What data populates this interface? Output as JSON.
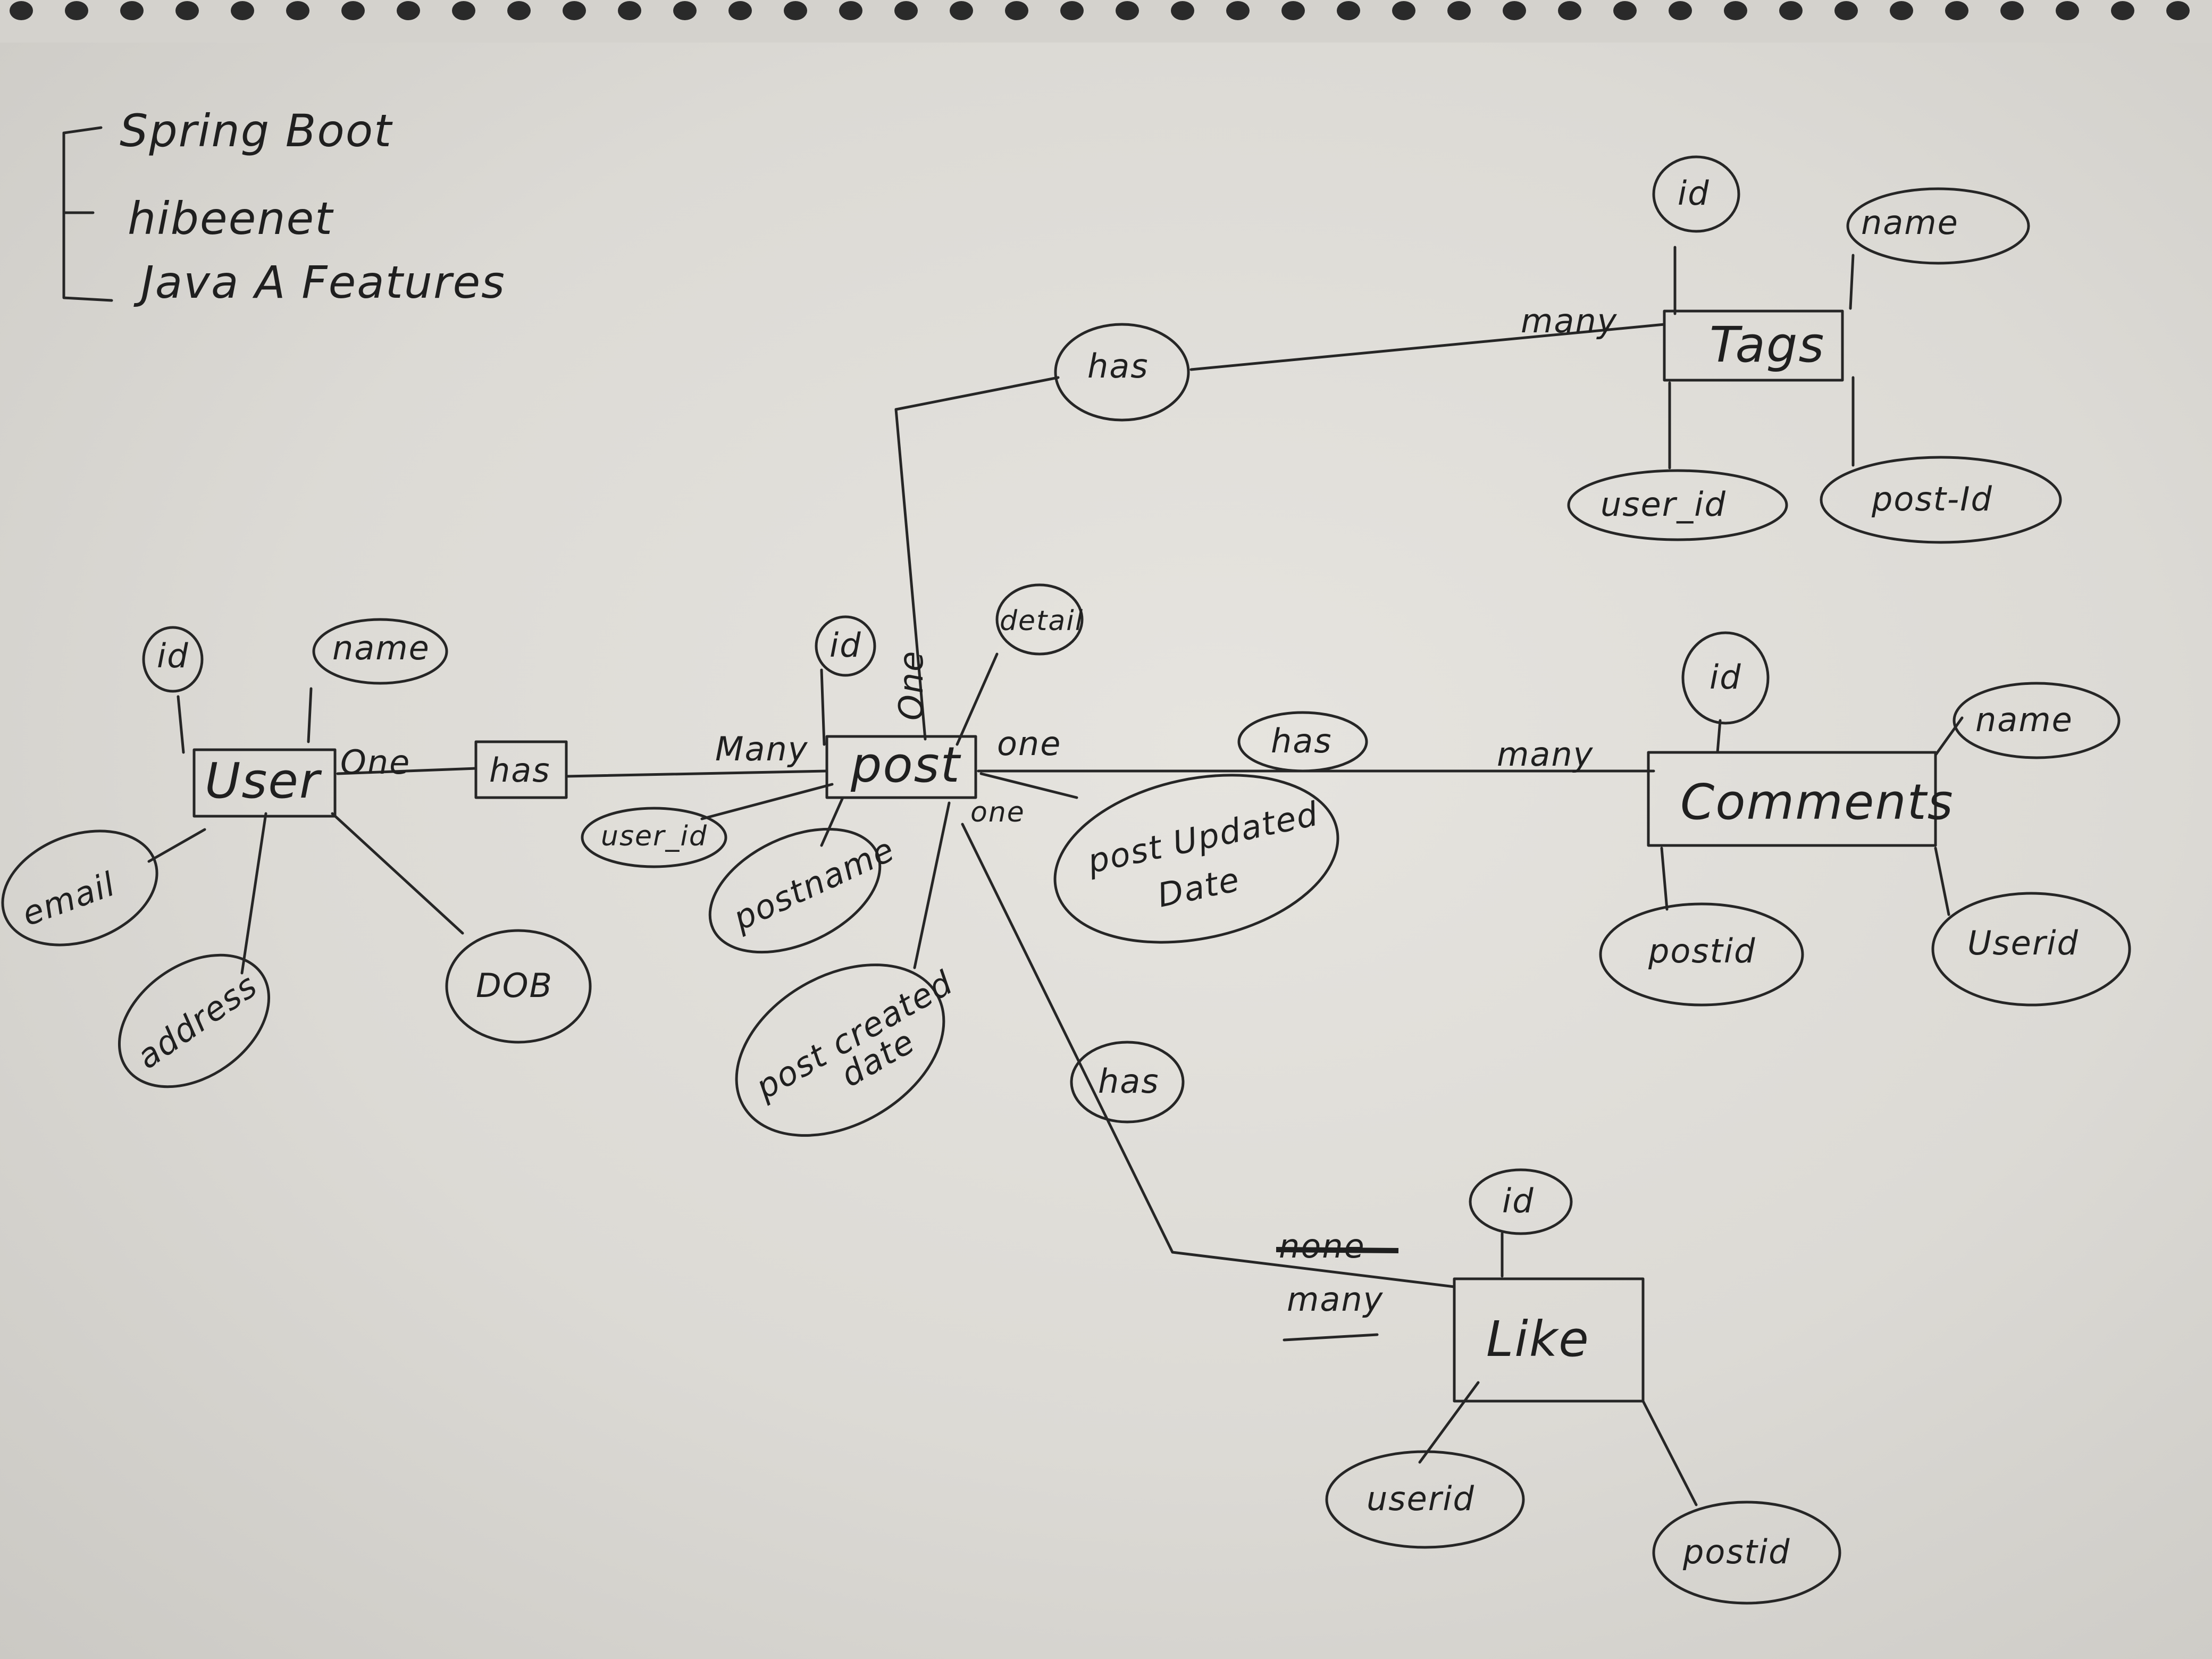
{
  "notes": [
    "Spring Boot",
    "hibeenet",
    "Java A Features"
  ],
  "entities": {
    "user": "User",
    "post": "post",
    "tags": "Tags",
    "comments": "Comments",
    "like": "Like"
  },
  "attributes": {
    "user_id": "id",
    "user_name": "name",
    "user_email": "email",
    "user_address": "address",
    "user_dob": "DOB",
    "post_id": "id",
    "post_detail": "detail",
    "post_user_id": "user_id",
    "post_postname": "postname",
    "post_created_line1": "post created",
    "post_created_line2": "date",
    "post_updated_line1": "post Updated",
    "post_updated_line2": "Date",
    "tags_id": "id",
    "tags_name": "name",
    "tags_user_id": "user_id",
    "tags_post_id": "post-Id",
    "comments_id": "id",
    "comments_name": "name",
    "comments_postid": "postid",
    "comments_userid": "Userid",
    "like_id": "id",
    "like_userid": "userid",
    "like_postid": "postid"
  },
  "relationships": {
    "user_post": "has",
    "post_tags": "has",
    "post_comments": "has",
    "post_like": "has"
  },
  "cardinalities": {
    "user_side": "One",
    "post_side_user": "Many",
    "post_side_tags": "One",
    "tags_side": "many",
    "post_side_comments": "one",
    "comments_side": "many",
    "post_side_like": "one",
    "like_side_struck": "none",
    "like_side": "many"
  }
}
